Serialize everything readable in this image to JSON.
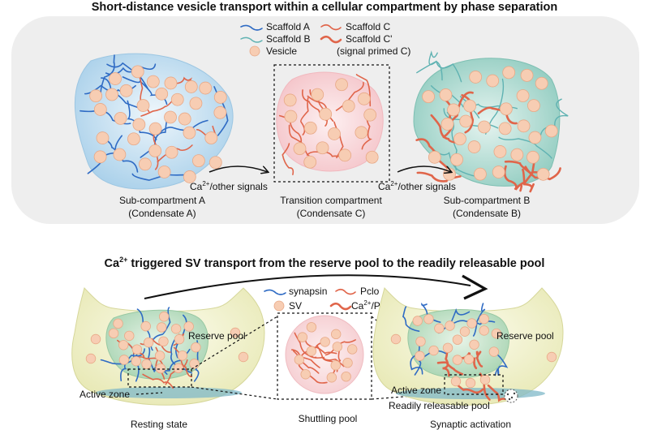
{
  "top": {
    "title": "Short-distance vesicle transport within a cellular compartment by phase separation",
    "legend": {
      "scaffold_a": "Scaffold A",
      "scaffold_b": "Scaffold B",
      "vesicle": "Vesicle",
      "scaffold_c": "Scaffold C",
      "scaffold_c_prime": "Scaffold C'",
      "scaffold_c_prime_note": "(signal primed C)"
    },
    "compartments": [
      {
        "name": "Sub-compartment A",
        "sub": "(Condensate A)"
      },
      {
        "name": "Transition compartment",
        "sub": "(Condensate C)"
      },
      {
        "name": "Sub-compartment B",
        "sub": "(Condensate B)"
      }
    ],
    "signal_label_1": "Ca",
    "signal_label_2": "Ca",
    "signal_sup": "2+",
    "signal_rest": "/other signals"
  },
  "bottom": {
    "title_ca": "Ca",
    "title_sup": "2+",
    "title_rest": " triggered SV transport from the reserve pool to the readily releasable pool",
    "legend": {
      "synapsin": "synapsin",
      "sv": "SV",
      "pclo": "Pclo",
      "ca_pclo_ca": "Ca",
      "ca_pclo_sup": "2+",
      "ca_pclo_rest": "/Pclo"
    },
    "reserve_pool_left": "Reserve pool",
    "reserve_pool_right": "Reserve pool",
    "active_zone_left": "Active zone",
    "active_zone_right": "Active zone",
    "readily_releasable_pool": "Readily releasable pool",
    "state_resting": "Resting state",
    "state_shuttling": "Shuttling pool",
    "state_activation": "Synaptic activation"
  },
  "colors": {
    "scaffold_a": "#2f6bc4",
    "scaffold_b": "#5fb2b2",
    "scaffold_c": "#e0654a",
    "vesicle": "#f7cdb3",
    "condensate_a": "#bcdcef",
    "condensate_b": "#a8d6cc",
    "condensate_c": "#f7d3d6",
    "terminal": "#f1f0c9"
  }
}
